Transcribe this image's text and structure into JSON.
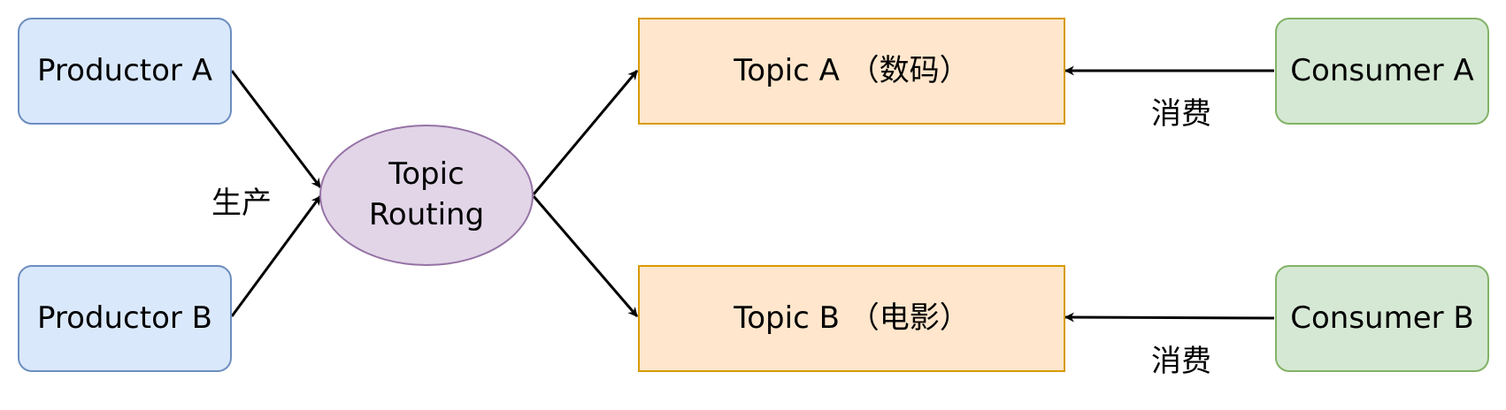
{
  "producers": [
    {
      "label": "Productor A"
    },
    {
      "label": "Productor B"
    }
  ],
  "router": {
    "line1": "Topic",
    "line2": "Routing"
  },
  "topics": [
    {
      "label": "Topic A （数码）"
    },
    {
      "label": "Topic B （电影）"
    }
  ],
  "consumers": [
    {
      "label": "Consumer A"
    },
    {
      "label": "Consumer B"
    }
  ],
  "edge_labels": {
    "produce": "生产",
    "consume_a": "消费",
    "consume_b": "消费"
  }
}
